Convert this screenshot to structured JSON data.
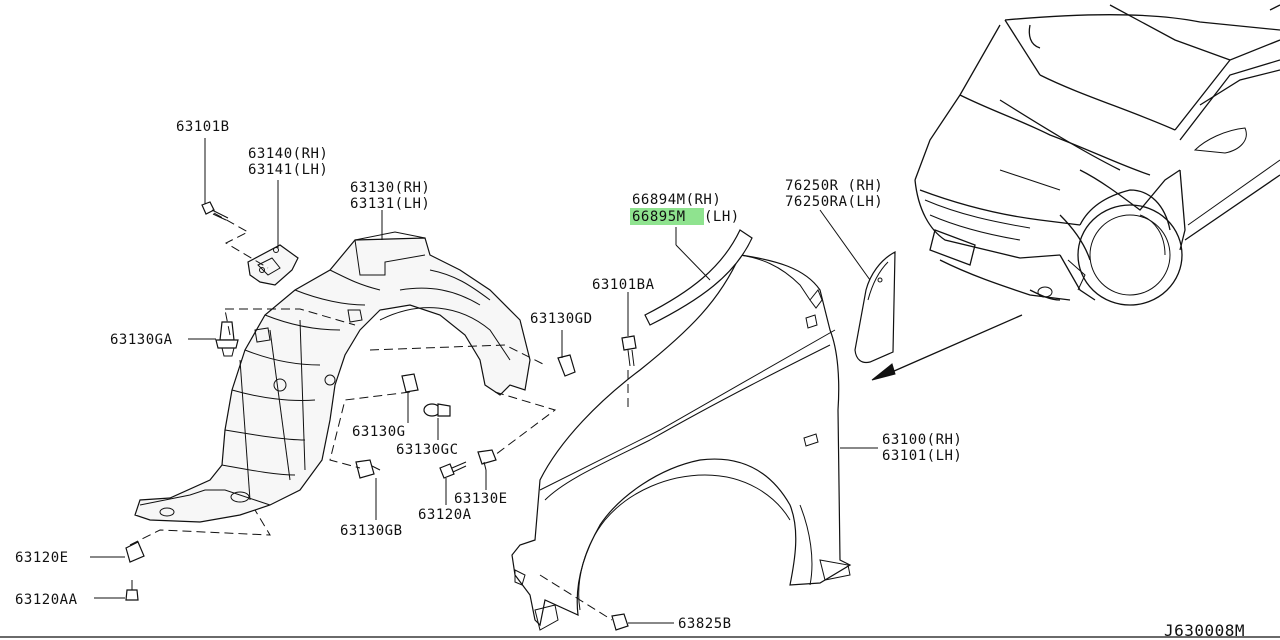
{
  "diagram": {
    "highlight_color": "#8fe38f",
    "footer_code": "J630008M",
    "labels": {
      "l63101B": "63101B",
      "l63140": "63140(RH)",
      "l63141": "63141(LH)",
      "l63130": "63130(RH)",
      "l63131": "63131(LH)",
      "l66894M": "66894M(RH)",
      "l66895M": "66895M",
      "l66895M_suffix": "(LH)",
      "l76250R": "76250R (RH)",
      "l76250RA": "76250RA(LH)",
      "l63101BA": "63101BA",
      "l63130GD": "63130GD",
      "l63130GA": "63130GA",
      "l63130G": "63130G",
      "l63130GC": "63130GC",
      "l63130E": "63130E",
      "l63120A": "63120A",
      "l63130GB": "63130GB",
      "l63100": "63100(RH)",
      "l63101": "63101(LH)",
      "l63120E": "63120E",
      "l63120AA": "63120AA",
      "l63825B": "63825B"
    }
  }
}
